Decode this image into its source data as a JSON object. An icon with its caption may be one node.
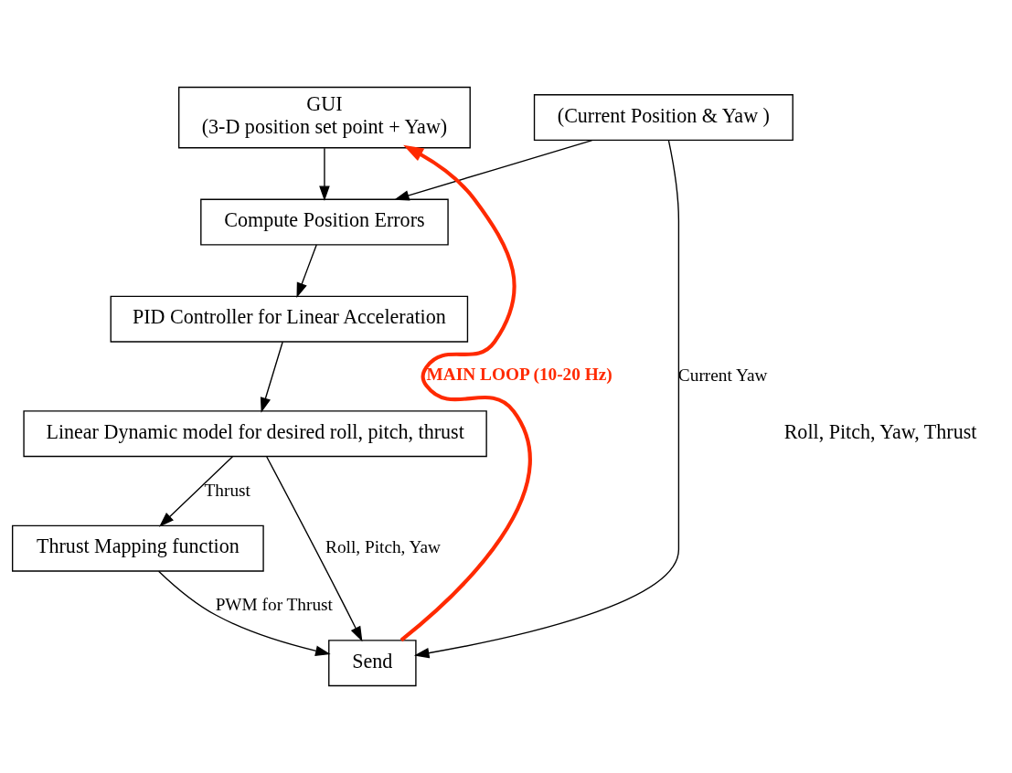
{
  "diagram": {
    "nodes": [
      {
        "text": [
          "GUI",
          "(3-D position set point + Yaw)"
        ]
      },
      {
        "text": [
          "(Current Position & Yaw )"
        ]
      },
      {
        "text": [
          "Compute Position Errors"
        ]
      },
      {
        "text": [
          "PID Controller for Linear Acceleration"
        ]
      },
      {
        "text": [
          "Linear Dynamic model for desired roll, pitch, thrust"
        ]
      },
      {
        "text": [
          "Thrust Mapping function"
        ]
      },
      {
        "text": [
          "Send"
        ]
      }
    ],
    "edges": [
      {
        "from": 0,
        "to": 2,
        "arrow": "to"
      },
      {
        "from": 1,
        "to": 2,
        "arrow": "to"
      },
      {
        "from": 2,
        "to": 3,
        "arrow": "to"
      },
      {
        "from": 3,
        "to": 4,
        "arrow": "to"
      },
      {
        "from": 4,
        "to": 5,
        "arrow": "to",
        "label": "Thrust"
      },
      {
        "from": 4,
        "to": 6,
        "arrow": "to",
        "label": "Roll, Pitch, Yaw"
      },
      {
        "from": 5,
        "to": 6,
        "arrow": "to",
        "label": "PWM for Thrust"
      },
      {
        "from": 1,
        "to": 6,
        "arrow": "to",
        "label": "Current Yaw"
      },
      {
        "from": 6,
        "to": 0,
        "arrow": "to",
        "label": "MAIN LOOP (10-20 Hz)",
        "style": "thick",
        "color": "#ff2a00"
      }
    ],
    "labels": [
      "Roll, Pitch, Yaw, Thrust"
    ]
  }
}
